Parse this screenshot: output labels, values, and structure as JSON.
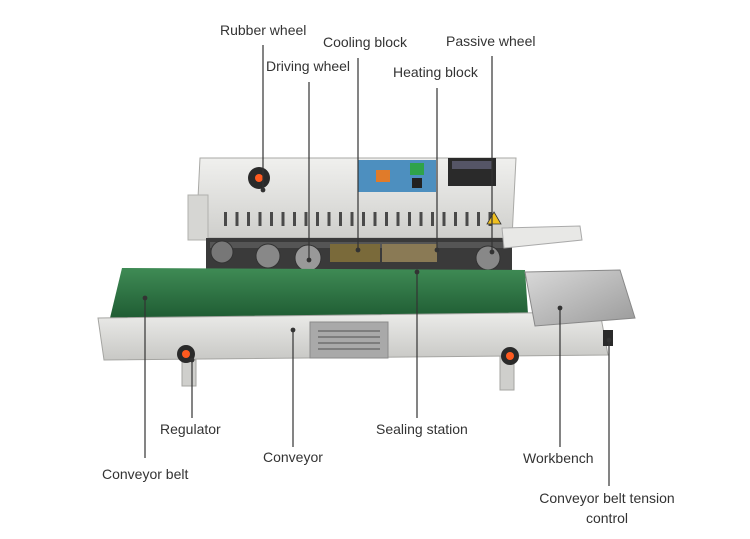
{
  "labels": {
    "rubber_wheel": "Rubber wheel",
    "cooling_block": "Cooling block",
    "passive_wheel": "Passive wheel",
    "driving_wheel": "Driving wheel",
    "heating_block": "Heating block",
    "regulator": "Regulator",
    "conveyor": "Conveyor",
    "sealing_station": "Sealing station",
    "workbench": "Workbench",
    "conveyor_belt": "Conveyor belt",
    "tension_control_line1": "Conveyor belt tension",
    "tension_control_line2": "control"
  },
  "colors": {
    "belt": "#2f7a45",
    "body": "#e4e4e4",
    "panel": "#4d8fbf",
    "knob": "#ff5a1f",
    "leader": "#333333"
  }
}
